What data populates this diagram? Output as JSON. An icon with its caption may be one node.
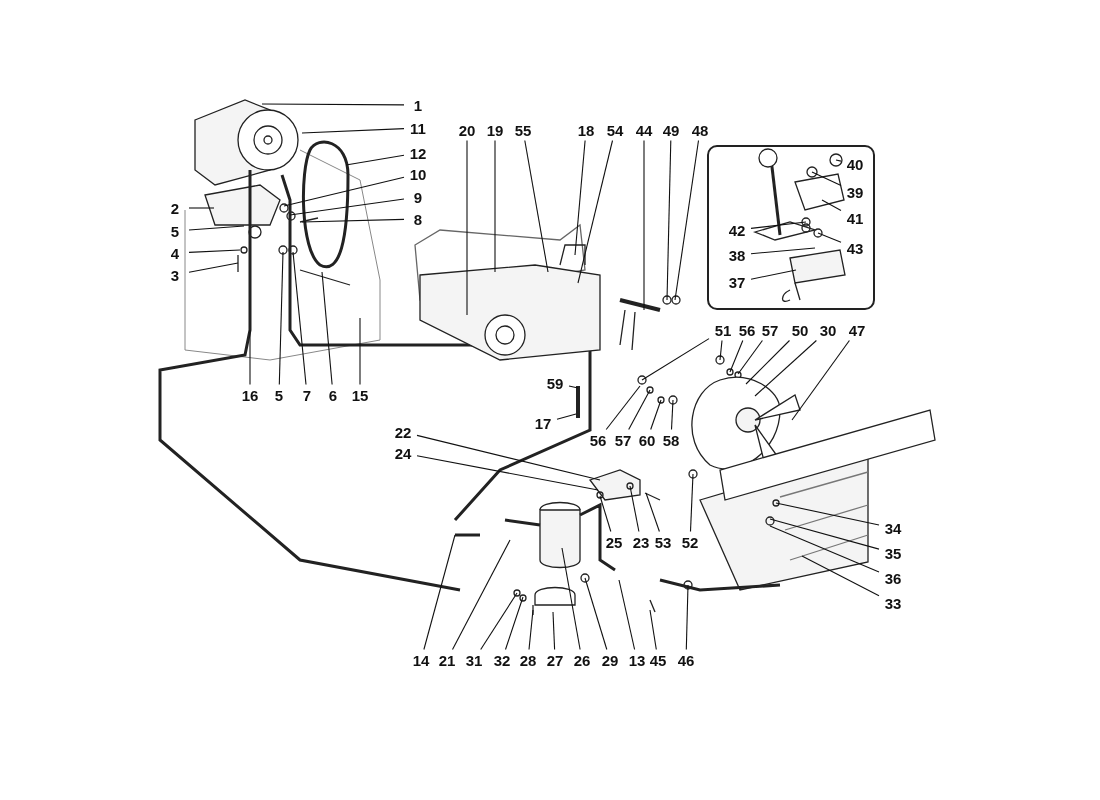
{
  "diagram": {
    "nodes": [
      {
        "text": [
          "1"
        ]
      },
      {
        "text": [
          "11"
        ]
      },
      {
        "text": [
          "12"
        ]
      },
      {
        "text": [
          "10"
        ]
      },
      {
        "text": [
          "9"
        ]
      },
      {
        "text": [
          "8"
        ]
      },
      {
        "text": [
          "2"
        ]
      },
      {
        "text": [
          "5"
        ]
      },
      {
        "text": [
          "4"
        ]
      },
      {
        "text": [
          "3"
        ]
      },
      {
        "text": [
          "16"
        ]
      },
      {
        "text": [
          "5"
        ]
      },
      {
        "text": [
          "7"
        ]
      },
      {
        "text": [
          "6"
        ]
      },
      {
        "text": [
          "15"
        ]
      },
      {
        "text": [
          "20"
        ]
      },
      {
        "text": [
          "19"
        ]
      },
      {
        "text": [
          "55"
        ]
      },
      {
        "text": [
          "18"
        ]
      },
      {
        "text": [
          "54"
        ]
      },
      {
        "text": [
          "44"
        ]
      },
      {
        "text": [
          "49"
        ]
      },
      {
        "text": [
          "48"
        ]
      },
      {
        "text": [],
        "shape": "box"
      },
      {
        "text": [
          "40"
        ],
        "in": 23
      },
      {
        "text": [
          "39"
        ],
        "in": 23
      },
      {
        "text": [
          "41"
        ],
        "in": 23
      },
      {
        "text": [
          "42"
        ],
        "in": 23
      },
      {
        "text": [
          "43"
        ],
        "in": 23
      },
      {
        "text": [
          "38"
        ],
        "in": 23
      },
      {
        "text": [
          "37"
        ],
        "in": 23
      },
      {
        "text": [
          "51"
        ]
      },
      {
        "text": [
          "56"
        ]
      },
      {
        "text": [
          "57"
        ]
      },
      {
        "text": [
          "50"
        ]
      },
      {
        "text": [
          "30"
        ]
      },
      {
        "text": [
          "47"
        ]
      },
      {
        "text": [
          "56"
        ]
      },
      {
        "text": [
          "57"
        ]
      },
      {
        "text": [
          "60"
        ]
      },
      {
        "text": [
          "58"
        ]
      },
      {
        "text": [
          "59"
        ]
      },
      {
        "text": [
          "17"
        ]
      },
      {
        "text": [
          "22"
        ]
      },
      {
        "text": [
          "24"
        ]
      },
      {
        "text": [
          "25"
        ]
      },
      {
        "text": [
          "23"
        ]
      },
      {
        "text": [
          "53"
        ]
      },
      {
        "text": [
          "52"
        ]
      },
      {
        "text": [
          "34"
        ]
      },
      {
        "text": [
          "35"
        ]
      },
      {
        "text": [
          "36"
        ]
      },
      {
        "text": [
          "33"
        ]
      },
      {
        "text": [
          "14"
        ]
      },
      {
        "text": [
          "21"
        ]
      },
      {
        "text": [
          "31"
        ]
      },
      {
        "text": [
          "32"
        ]
      },
      {
        "text": [
          "28"
        ]
      },
      {
        "text": [
          "27"
        ]
      },
      {
        "text": [
          "26"
        ]
      },
      {
        "text": [
          "29"
        ]
      },
      {
        "text": [
          "13"
        ]
      },
      {
        "text": [
          "45"
        ]
      },
      {
        "text": [
          "46"
        ]
      }
    ],
    "edges": [
      {
        "from": 0,
        "to": null,
        "arrow": "none"
      },
      {
        "from": 1,
        "to": null,
        "arrow": "none"
      },
      {
        "from": 2,
        "to": null,
        "arrow": "none"
      },
      {
        "from": 3,
        "to": null,
        "arrow": "none"
      },
      {
        "from": 4,
        "to": null,
        "arrow": "none"
      },
      {
        "from": 5,
        "to": null,
        "arrow": "none"
      },
      {
        "from": 6,
        "to": null,
        "arrow": "none"
      },
      {
        "from": 7,
        "to": null,
        "arrow": "none"
      },
      {
        "from": 8,
        "to": null,
        "arrow": "none"
      },
      {
        "from": 9,
        "to": null,
        "arrow": "none"
      },
      {
        "from": 10,
        "to": null,
        "arrow": "none"
      },
      {
        "from": 11,
        "to": null,
        "arrow": "none"
      },
      {
        "from": 12,
        "to": null,
        "arrow": "none"
      },
      {
        "from": 13,
        "to": null,
        "arrow": "none"
      },
      {
        "from": 14,
        "to": null,
        "arrow": "none"
      },
      {
        "from": 15,
        "to": null,
        "arrow": "none"
      },
      {
        "from": 16,
        "to": null,
        "arrow": "none"
      },
      {
        "from": 17,
        "to": null,
        "arrow": "none"
      },
      {
        "from": 18,
        "to": null,
        "arrow": "none"
      },
      {
        "from": 19,
        "to": null,
        "arrow": "none"
      },
      {
        "from": 20,
        "to": null,
        "arrow": "none"
      },
      {
        "from": 21,
        "to": null,
        "arrow": "none"
      },
      {
        "from": 22,
        "to": null,
        "arrow": "none"
      },
      {
        "from": 24,
        "to": null,
        "arrow": "none"
      },
      {
        "from": 25,
        "to": null,
        "arrow": "none"
      },
      {
        "from": 26,
        "to": null,
        "arrow": "none"
      },
      {
        "from": 27,
        "to": null,
        "arrow": "none"
      },
      {
        "from": 28,
        "to": null,
        "arrow": "none"
      },
      {
        "from": 29,
        "to": null,
        "arrow": "none"
      },
      {
        "from": 30,
        "to": null,
        "arrow": "none"
      },
      {
        "from": 31,
        "to": null,
        "arrow": "none"
      },
      {
        "from": 31,
        "to": null,
        "arrow": "none"
      },
      {
        "from": 32,
        "to": null,
        "arrow": "none"
      },
      {
        "from": 33,
        "to": null,
        "arrow": "none"
      },
      {
        "from": 34,
        "to": null,
        "arrow": "none"
      },
      {
        "from": 35,
        "to": null,
        "arrow": "none"
      },
      {
        "from": 36,
        "to": null,
        "arrow": "none"
      },
      {
        "from": 37,
        "to": null,
        "arrow": "none"
      },
      {
        "from": 38,
        "to": null,
        "arrow": "none"
      },
      {
        "from": 39,
        "to": null,
        "arrow": "none"
      },
      {
        "from": 40,
        "to": null,
        "arrow": "none"
      },
      {
        "from": 41,
        "to": null,
        "arrow": "none"
      },
      {
        "from": 42,
        "to": null,
        "arrow": "none"
      },
      {
        "from": 43,
        "to": null,
        "arrow": "none"
      },
      {
        "from": 44,
        "to": null,
        "arrow": "none"
      },
      {
        "from": 45,
        "to": null,
        "arrow": "none"
      },
      {
        "from": 46,
        "to": null,
        "arrow": "none"
      },
      {
        "from": 47,
        "to": null,
        "arrow": "none"
      },
      {
        "from": 48,
        "to": null,
        "arrow": "none"
      },
      {
        "from": 49,
        "to": null,
        "arrow": "none"
      },
      {
        "from": 50,
        "to": null,
        "arrow": "none"
      },
      {
        "from": 51,
        "to": null,
        "arrow": "none"
      },
      {
        "from": 52,
        "to": null,
        "arrow": "none"
      },
      {
        "from": 53,
        "to": null,
        "arrow": "none"
      },
      {
        "from": 54,
        "to": null,
        "arrow": "none"
      },
      {
        "from": 55,
        "to": null,
        "arrow": "none"
      },
      {
        "from": 56,
        "to": null,
        "arrow": "none"
      },
      {
        "from": 57,
        "to": null,
        "arrow": "none"
      },
      {
        "from": 58,
        "to": null,
        "arrow": "none"
      },
      {
        "from": 59,
        "to": null,
        "arrow": "none"
      },
      {
        "from": 60,
        "to": null,
        "arrow": "none"
      },
      {
        "from": 61,
        "to": null,
        "arrow": "none"
      },
      {
        "from": 62,
        "to": null,
        "arrow": "none"
      },
      {
        "from": 63,
        "to": null,
        "arrow": "none"
      }
    ]
  }
}
